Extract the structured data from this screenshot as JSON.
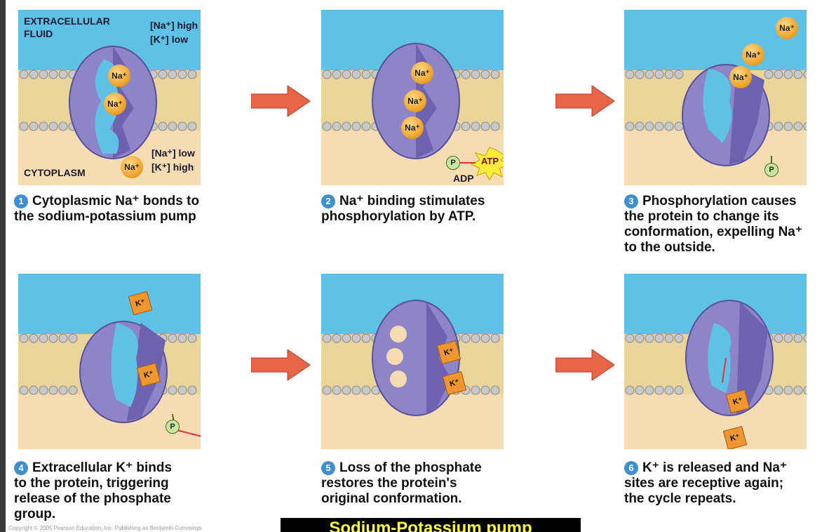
{
  "title": "Sodium-Potassium pump",
  "copyright": "Copyright © 2005 Pearson Education, Inc. Publishing as Benjamin Cummings",
  "labels": {
    "extracellular_fluid_1": "EXTRACELLULAR",
    "extracellular_fluid_2": "FLUID",
    "cytoplasm": "CYTOPLASM",
    "na_high": "[Na⁺] high",
    "k_low": "[K⁺] low",
    "na_low": "[Na⁺] low",
    "k_high": "[K⁺] high",
    "atp": "ATP",
    "adp": "ADP",
    "phosphate": "P",
    "na_ion": "Na⁺",
    "k_ion": "K⁺"
  },
  "steps": [
    {
      "number": "1",
      "line1": "Cytoplasmic Na⁺ bonds to",
      "line2": "the sodium-potassium pump",
      "line3": "",
      "line4": ""
    },
    {
      "number": "2",
      "line1": "Na⁺ binding stimulates",
      "line2": "phosphorylation by ATP.",
      "line3": "",
      "line4": ""
    },
    {
      "number": "3",
      "line1": "Phosphorylation causes",
      "line2": "the protein to change its",
      "line3": "conformation, expelling Na⁺",
      "line4": "to the outside."
    },
    {
      "number": "4",
      "line1": "Extracellular K⁺ binds",
      "line2": "to the protein, triggering",
      "line3": "release of the phosphate",
      "line4": "group."
    },
    {
      "number": "5",
      "line1": "Loss of the phosphate",
      "line2": "restores the protein's",
      "line3": "original conformation.",
      "line4": ""
    },
    {
      "number": "6",
      "line1": "K⁺ is released and Na⁺",
      "line2": "sites are receptive again;",
      "line3": "the cycle repeats.",
      "line4": ""
    }
  ],
  "colors": {
    "extracellular": "#5fc1e6",
    "cytoplasm": "#f6dcb2",
    "protein": "#8e85c9",
    "arrow": "#e8654a",
    "step_number": "#3f8fd0",
    "title_bg": "#000000",
    "title_text": "#ffff33"
  }
}
